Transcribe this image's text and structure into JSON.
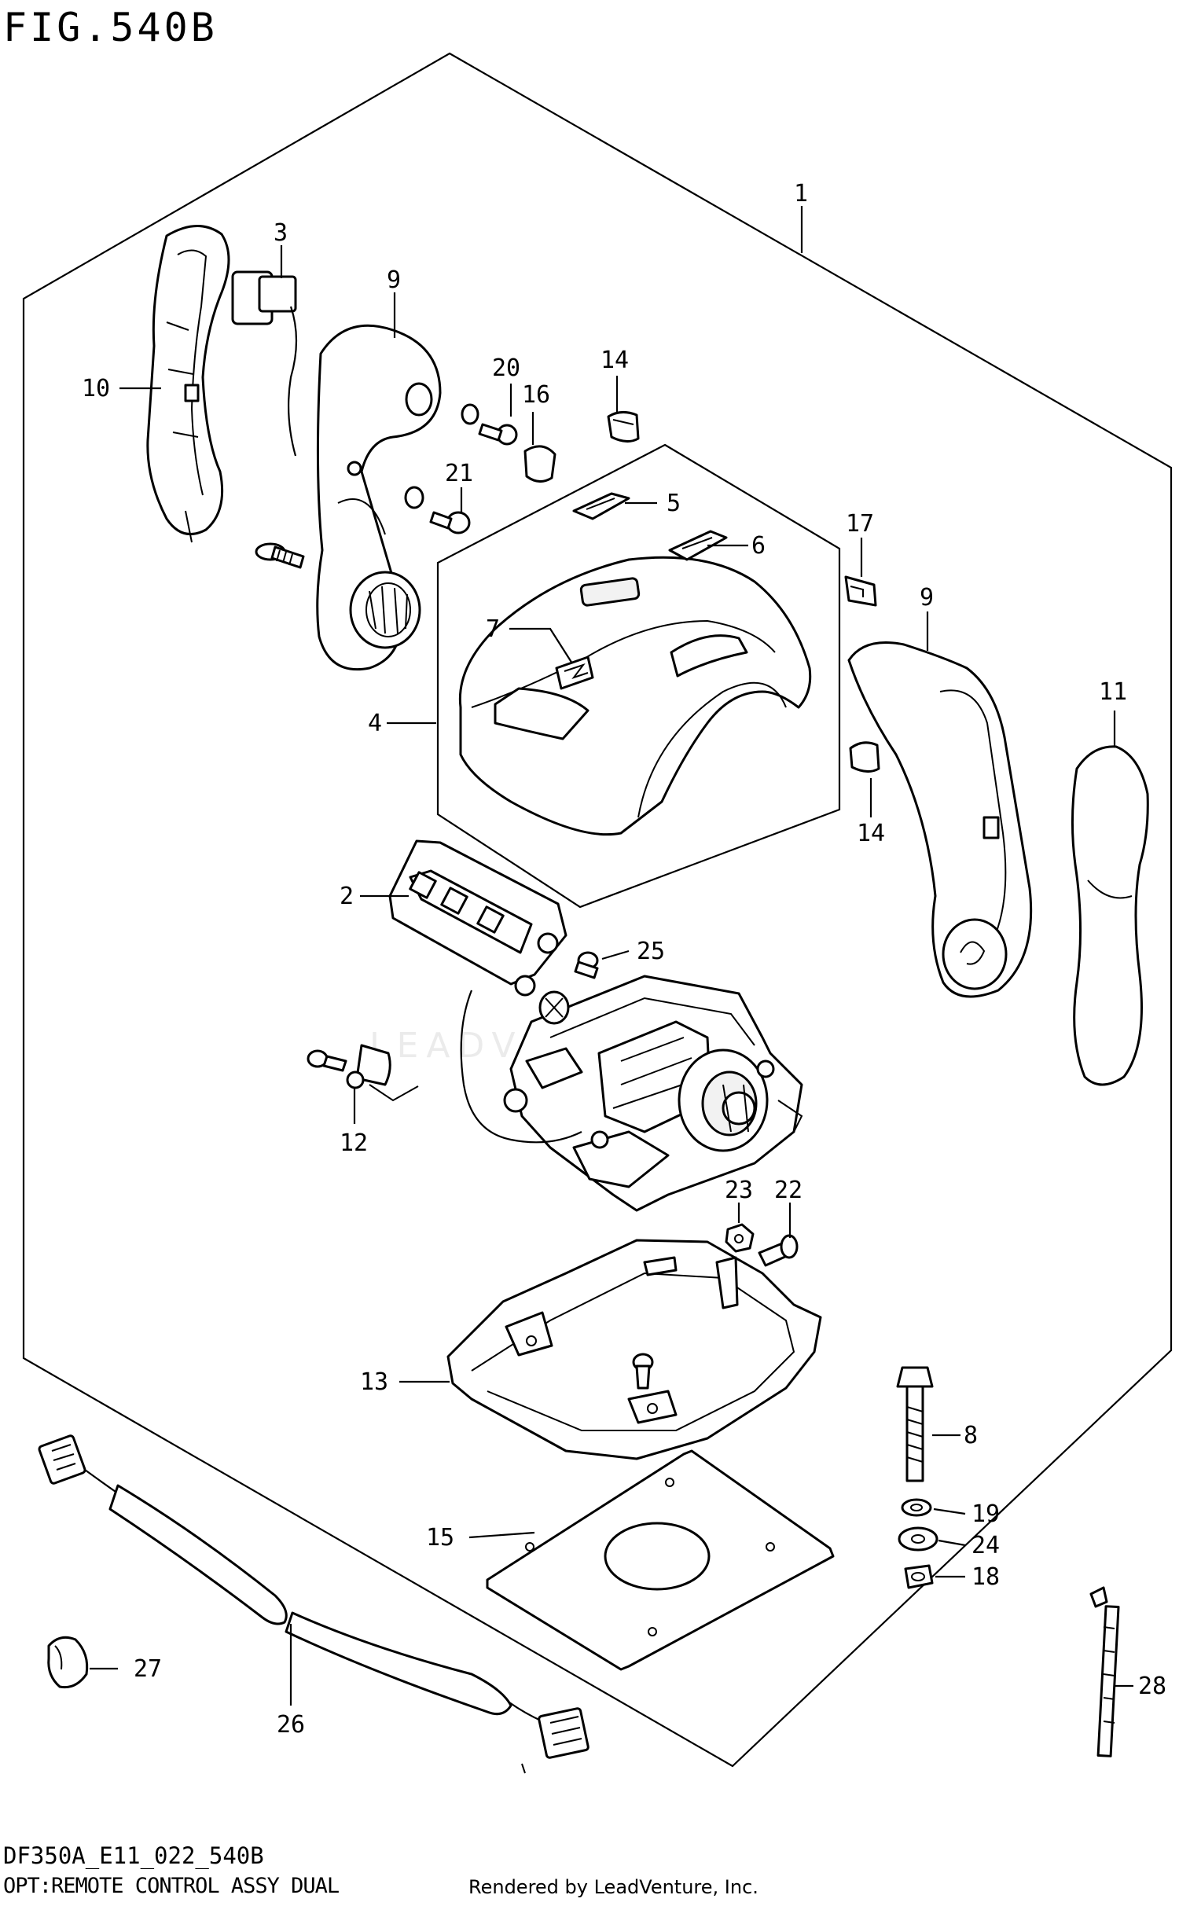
{
  "header": {
    "figure_title": "FIG.540B"
  },
  "footer": {
    "model_code": "DF350A_E11_022_540B",
    "description": "OPT:REMOTE CONTROL ASSY DUAL",
    "credit": "Rendered by LeadVenture, Inc."
  },
  "watermark": {
    "text": "LEADVENTURE"
  },
  "callouts": [
    {
      "id": "c1",
      "label": "1"
    },
    {
      "id": "c2",
      "label": "2"
    },
    {
      "id": "c3",
      "label": "3"
    },
    {
      "id": "c4",
      "label": "4"
    },
    {
      "id": "c5",
      "label": "5"
    },
    {
      "id": "c6",
      "label": "6"
    },
    {
      "id": "c7",
      "label": "7"
    },
    {
      "id": "c8",
      "label": "8"
    },
    {
      "id": "c9a",
      "label": "9"
    },
    {
      "id": "c9b",
      "label": "9"
    },
    {
      "id": "c10",
      "label": "10"
    },
    {
      "id": "c11",
      "label": "11"
    },
    {
      "id": "c12",
      "label": "12"
    },
    {
      "id": "c13",
      "label": "13"
    },
    {
      "id": "c14a",
      "label": "14"
    },
    {
      "id": "c14b",
      "label": "14"
    },
    {
      "id": "c15",
      "label": "15"
    },
    {
      "id": "c16",
      "label": "16"
    },
    {
      "id": "c17",
      "label": "17"
    },
    {
      "id": "c18",
      "label": "18"
    },
    {
      "id": "c19",
      "label": "19"
    },
    {
      "id": "c20",
      "label": "20"
    },
    {
      "id": "c21",
      "label": "21"
    },
    {
      "id": "c22",
      "label": "22"
    },
    {
      "id": "c23",
      "label": "23"
    },
    {
      "id": "c24",
      "label": "24"
    },
    {
      "id": "c25",
      "label": "25"
    },
    {
      "id": "c26",
      "label": "26"
    },
    {
      "id": "c27",
      "label": "27"
    },
    {
      "id": "c28",
      "label": "28"
    }
  ]
}
